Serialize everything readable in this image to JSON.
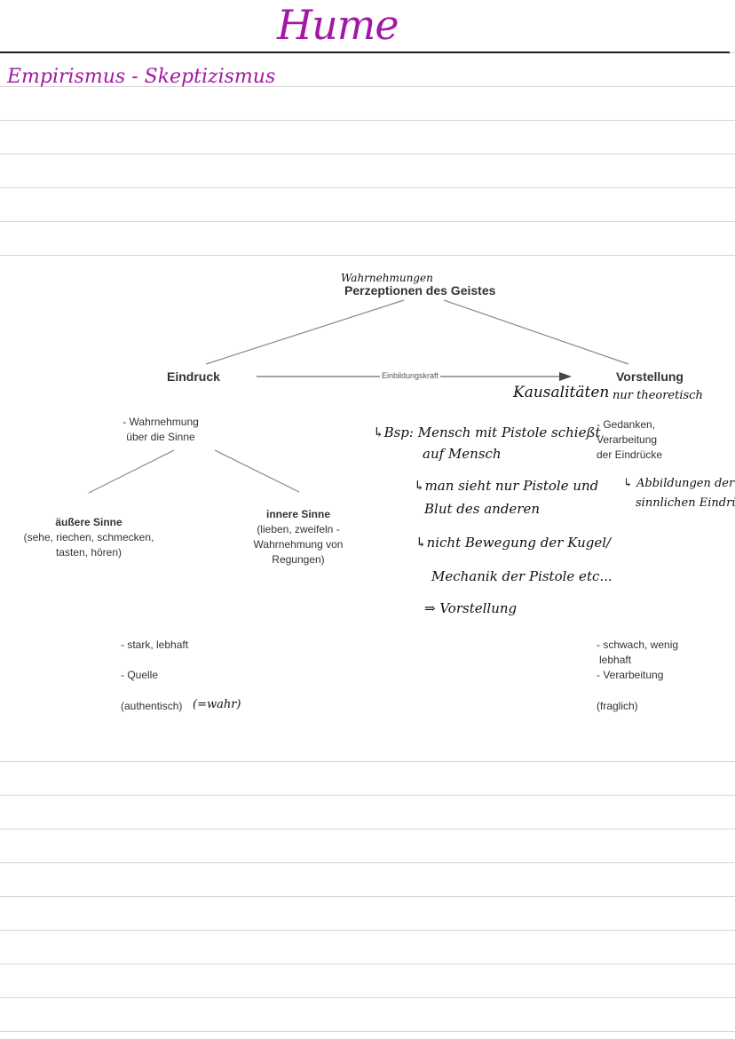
{
  "header": {
    "title": "Hume",
    "subtitle": "Empirismus - Skeptizismus"
  },
  "diagram": {
    "root": {
      "annotation": "Wahrnehmungen",
      "label": "Perzeptionen des Geistes"
    },
    "left": {
      "label": "Eindruck",
      "description": [
        "- Wahrnehmung",
        "über die Sinne"
      ],
      "children": [
        {
          "label": "äußere Sinne",
          "details": [
            "(sehe, riechen, schmecken,",
            "tasten, hören)"
          ]
        },
        {
          "label": "innere Sinne",
          "details": [
            "(lieben, zweifeln -",
            "Wahrnehmung von",
            "Regungen)"
          ]
        }
      ],
      "properties": [
        "- stark, lebhaft",
        "- Quelle",
        "(authentisch)"
      ],
      "note": "(=wahr)"
    },
    "arrow_label": "Einbildungskraft",
    "right": {
      "label": "Vorstellung",
      "annotation_title": "Kausalitäten",
      "annotation_suffix": "nur theoretisch",
      "description": [
        "- Gedanken,",
        "Verarbeitung",
        "der Eindrücke"
      ],
      "side_note": [
        "↳ Abbildungen der",
        "sinnlichen Eindrücke"
      ],
      "example_notes": [
        "↳Bsp: Mensch mit Pistole schießt",
        "auf Mensch",
        "↳man sieht nur Pistole und",
        "Blut des anderen",
        "↳nicht Bewegung der Kugel/",
        "Mechanik der Pistole etc...",
        "⇒ Vorstellung"
      ],
      "properties": [
        "- schwach, wenig",
        "lebhaft",
        "- Verarbeitung",
        "(fraglich)"
      ]
    }
  },
  "colors": {
    "accent": "#a317a6",
    "line": "#888888",
    "text": "#333333"
  }
}
